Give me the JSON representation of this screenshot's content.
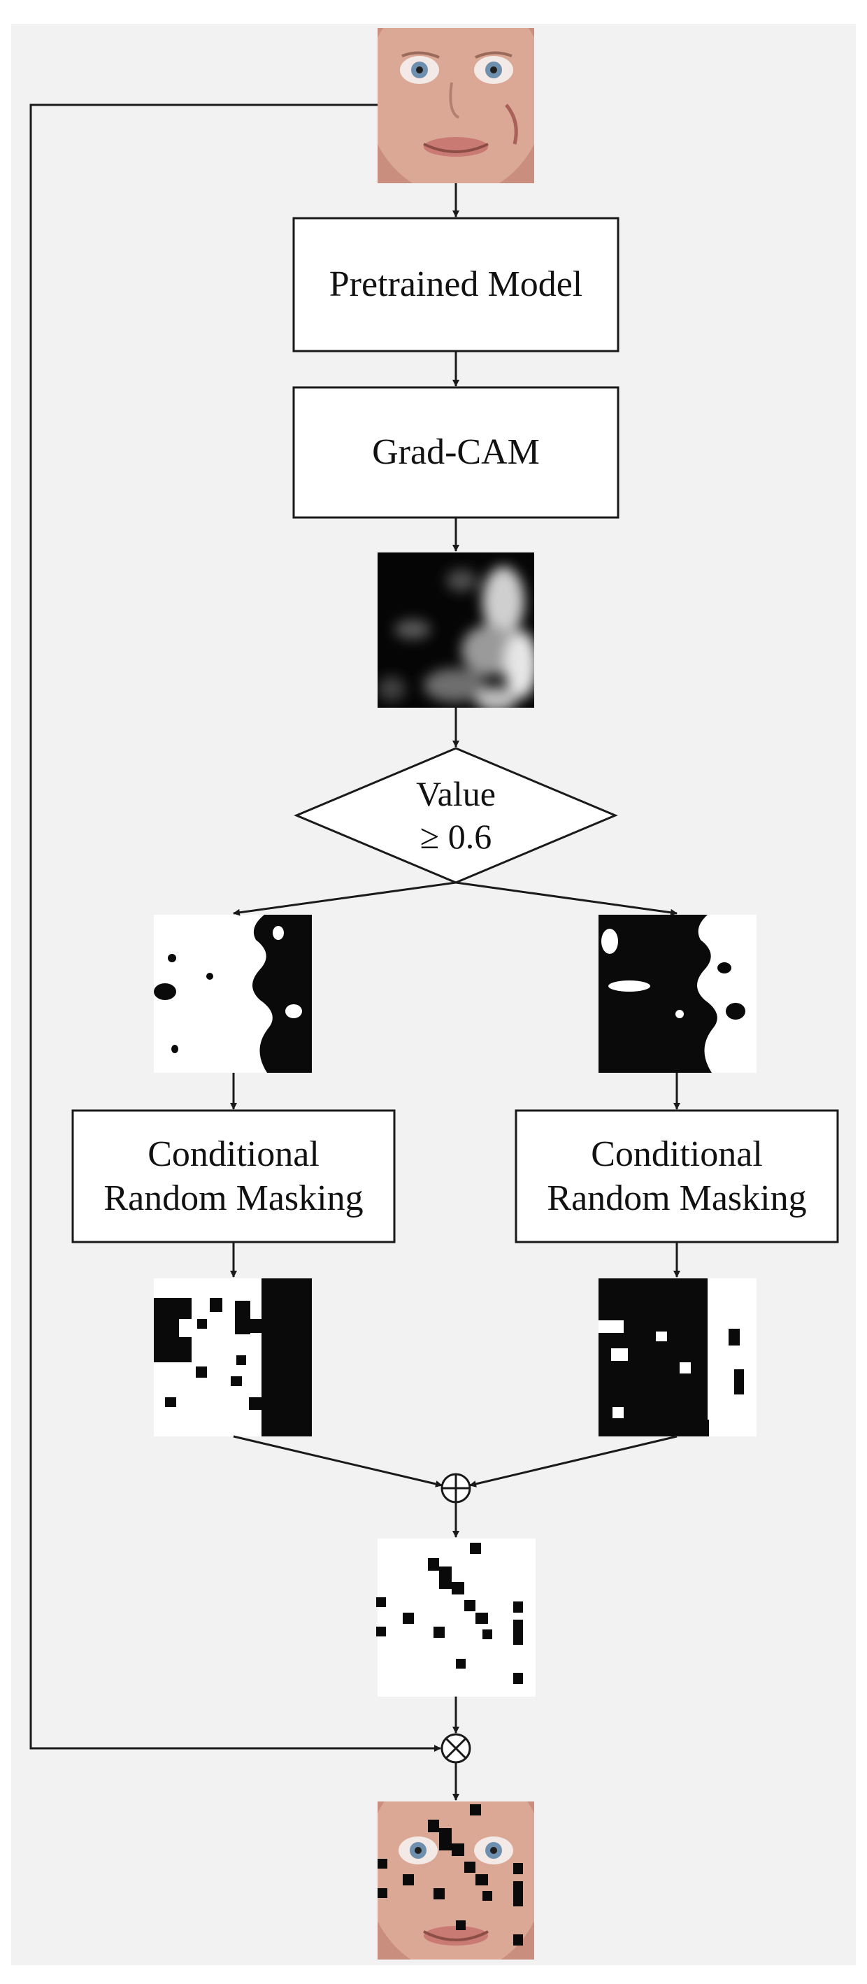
{
  "diagram": {
    "nodes": {
      "pretrained_model": "Pretrained Model",
      "grad_cam": "Grad-CAM",
      "threshold": "Value\n≥ 0.6",
      "crm_left": "Conditional\nRandom Masking",
      "crm_right": "Conditional\nRandom Masking"
    },
    "operators": {
      "add": "⊕",
      "multiply": "⊗"
    },
    "images": [
      "face-input-image",
      "gradcam-heatmap-image",
      "mask-low-image",
      "mask-high-image",
      "random-mask-low-image",
      "random-mask-high-image",
      "combined-mask-image",
      "masked-face-output-image"
    ]
  },
  "colors": {
    "panel": "#f2f2f2",
    "line": "#1a1a1a",
    "box_fill": "#ffffff",
    "skin": "#d9a592",
    "eye": "#6f8fae"
  }
}
